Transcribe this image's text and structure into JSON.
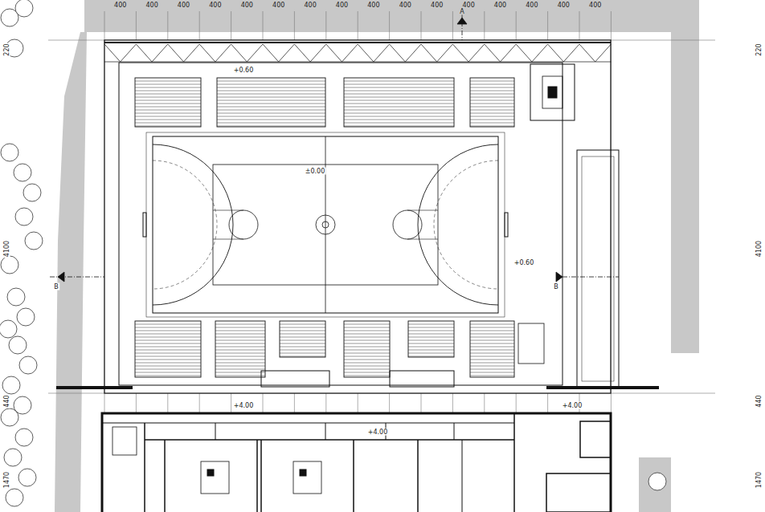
{
  "diagram": {
    "labels": [
      "400",
      "400",
      "400",
      "400",
      "400",
      "400",
      "400",
      "400",
      "400",
      "400",
      "400",
      "400",
      "400",
      "400",
      "400",
      "400",
      "A",
      "220",
      "4100",
      "440",
      "1470",
      "220",
      "4100",
      "440",
      "1470",
      "B",
      "B",
      "+0.60",
      "±0.00",
      "+0.60",
      "+4.00",
      "+4.00",
      "+4.00"
    ]
  }
}
